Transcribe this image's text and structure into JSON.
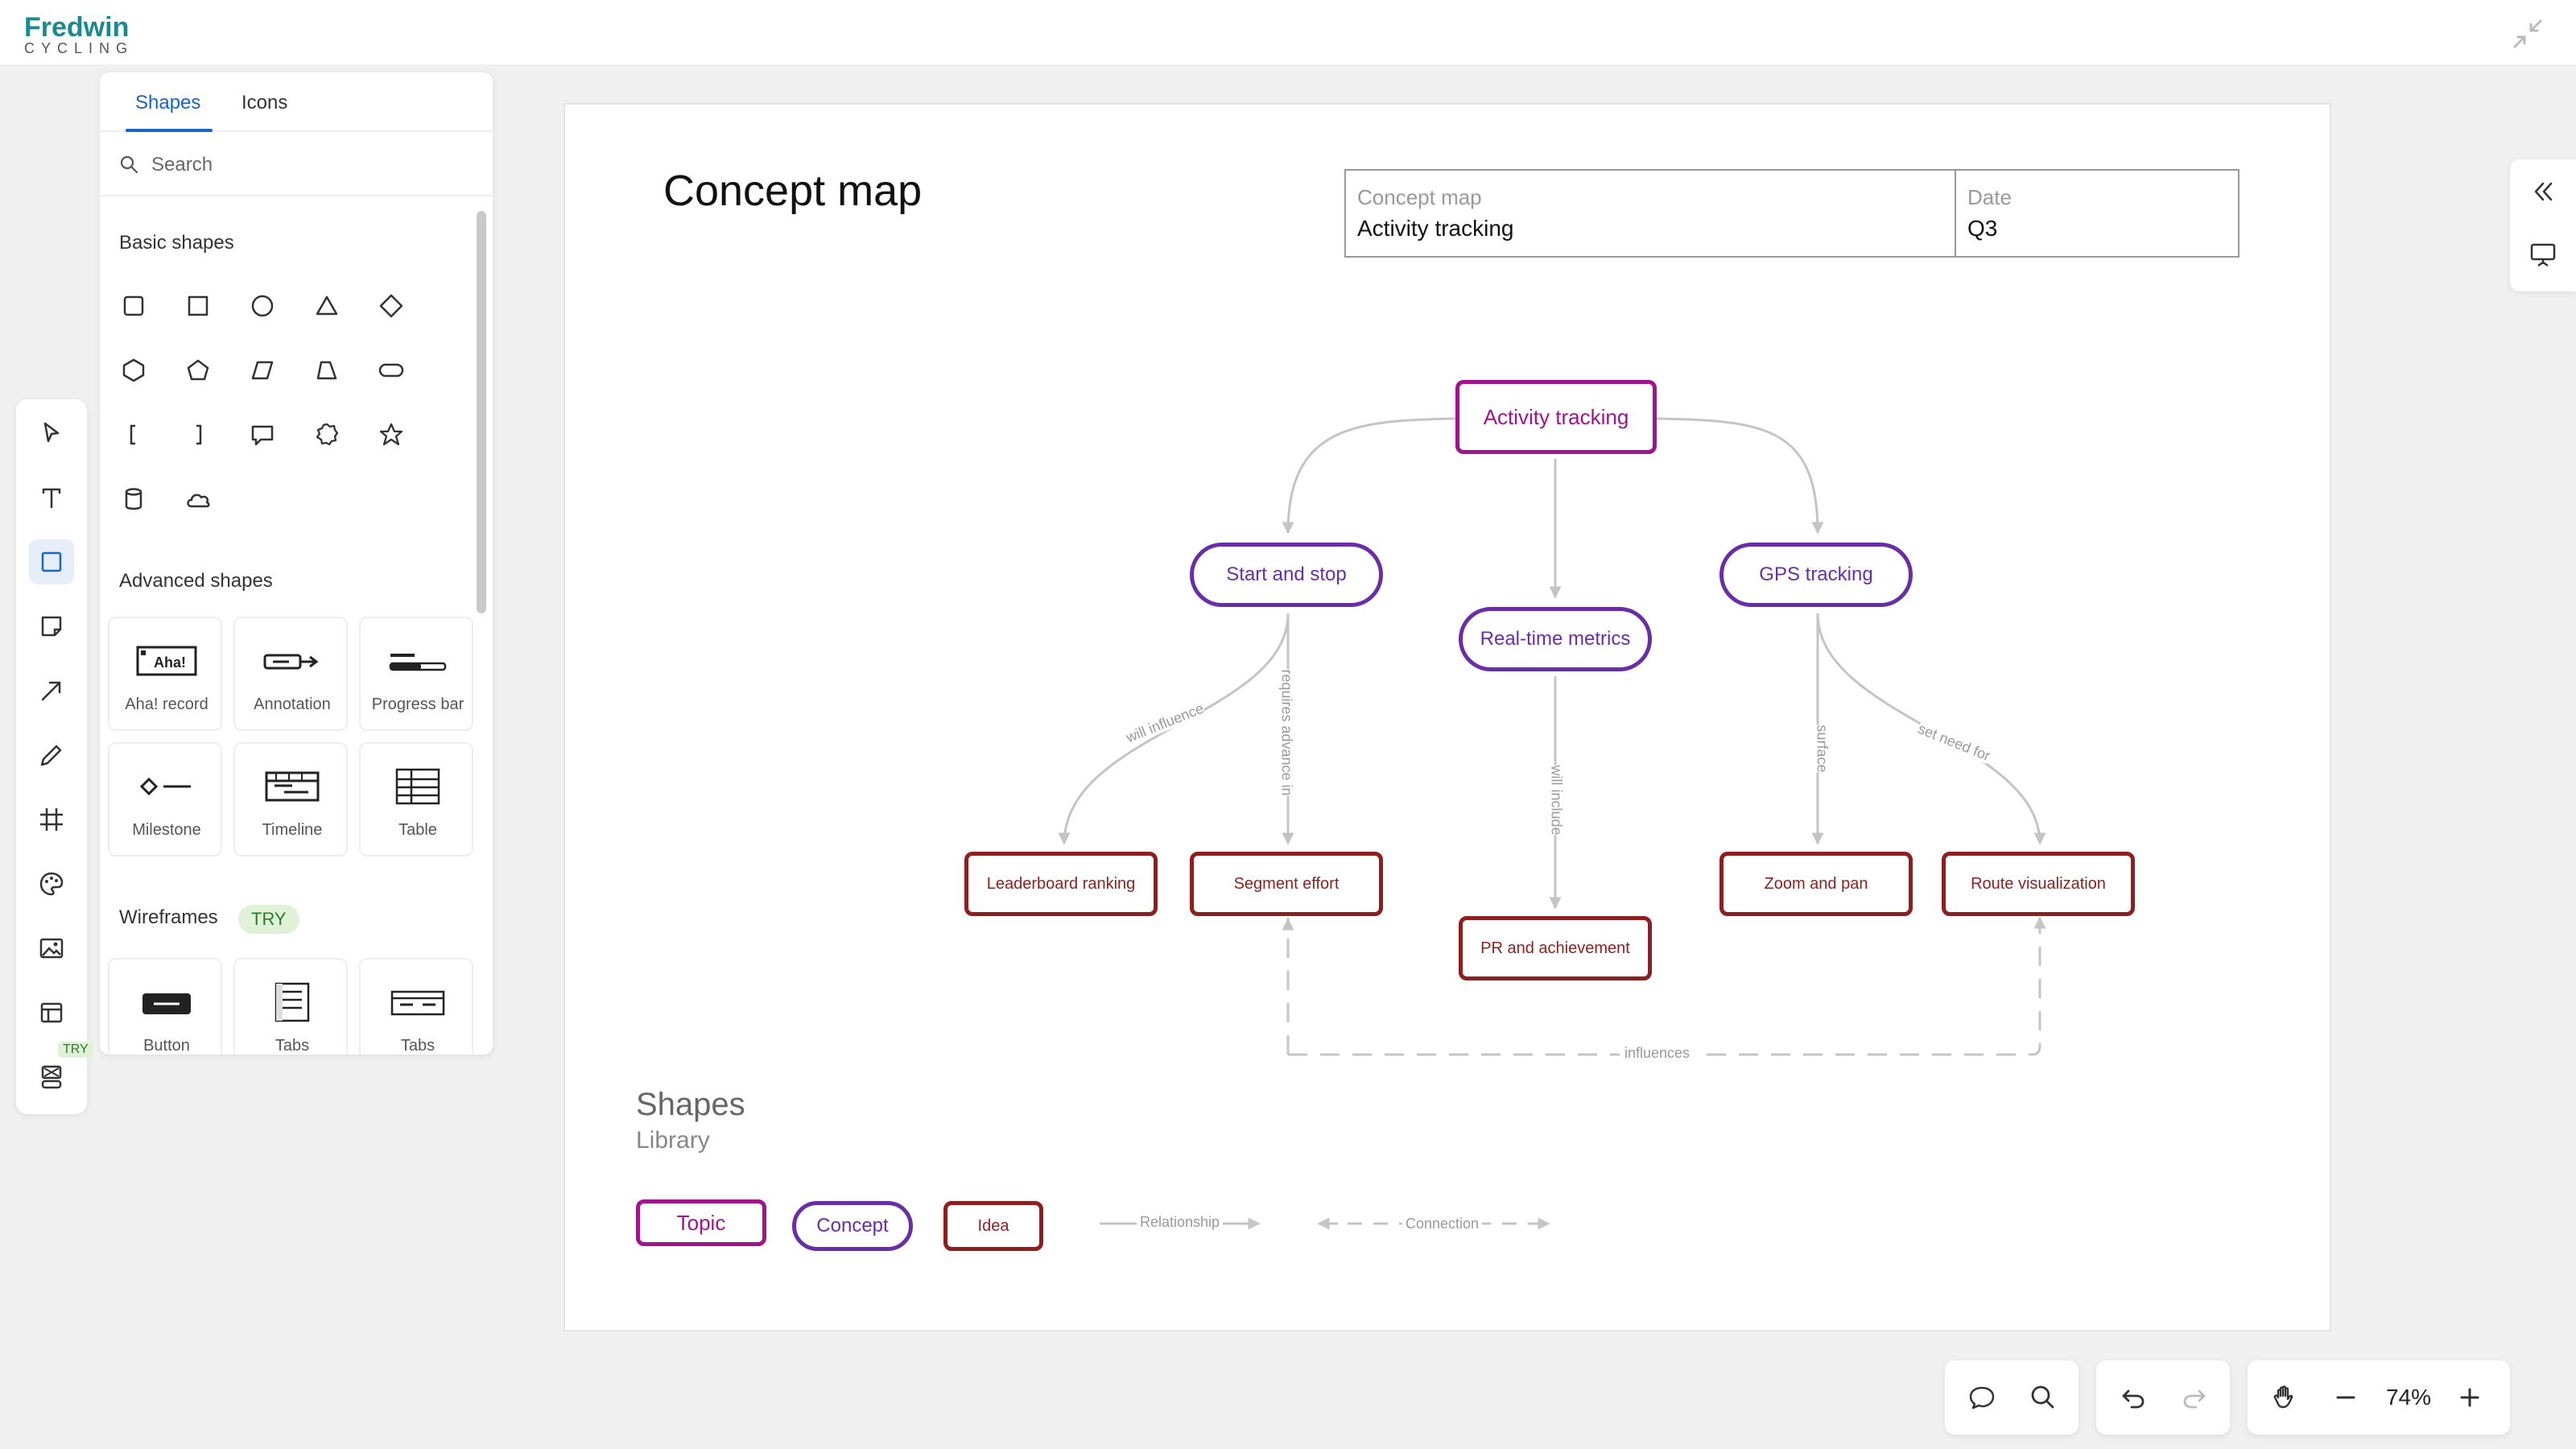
{
  "app": {
    "logo_word": "Fredwin",
    "logo_sub": "CYCLING"
  },
  "panel": {
    "tabs": [
      {
        "label": "Shapes"
      },
      {
        "label": "Icons"
      }
    ],
    "search_placeholder": "Search",
    "sections": {
      "basic": "Basic shapes",
      "advanced": "Advanced shapes",
      "wireframes": "Wireframes"
    },
    "try_label": "TRY",
    "basic_shapes": [
      "square-rounded",
      "square",
      "circle",
      "triangle",
      "diamond",
      "hexagon",
      "pentagon",
      "parallelogram",
      "trapezoid",
      "stadium",
      "bracket-left",
      "bracket-right",
      "speech-bubble",
      "octagon",
      "star",
      "cylinder",
      "cloud"
    ],
    "advanced_shapes": [
      {
        "label": "Aha! record"
      },
      {
        "label": "Annotation"
      },
      {
        "label": "Progress bar"
      },
      {
        "label": "Milestone"
      },
      {
        "label": "Timeline"
      },
      {
        "label": "Table"
      }
    ],
    "wireframes": [
      {
        "label": "Button"
      },
      {
        "label": "Tabs"
      },
      {
        "label": "Tabs"
      }
    ]
  },
  "toolbar": {
    "tools": [
      "select-tool",
      "text-tool",
      "shape-tool",
      "sticky-note-tool",
      "connector-tool",
      "pen-tool",
      "frame-tool",
      "color-tool",
      "image-tool",
      "template-tool",
      "wireframe-tool"
    ],
    "try_label": "TRY"
  },
  "canvas": {
    "title": "Concept map",
    "info": {
      "col1_label": "Concept map",
      "col1_value": "Activity tracking",
      "col2_label": "Date",
      "col2_value": "Q3"
    },
    "nodes": {
      "topic": "Activity tracking",
      "start_stop": "Start and stop",
      "realtime": "Real-time metrics",
      "gps": "GPS tracking",
      "leaderboard": "Leaderboard ranking",
      "segment": "Segment effort",
      "pr": "PR and achievement",
      "zoom": "Zoom and pan",
      "route": "Route visualization"
    },
    "edge_labels": {
      "will_influence": "will influence",
      "requires_advance": "requires advance in",
      "will_include": "will include",
      "surface": "surface",
      "set_need_for": "set need for",
      "influences": "influences"
    },
    "legend": {
      "title": "Shapes",
      "subtitle": "Library",
      "topic": "Topic",
      "concept": "Concept",
      "idea": "Idea",
      "relationship": "Relationship",
      "connection": "Connection"
    }
  },
  "zoom": {
    "level": "74%"
  },
  "colors": {
    "topic": "#a0148c",
    "concept": "#6a2da8",
    "idea": "#8f1f1f",
    "accent": "#1864c8",
    "brand": "#1a8a8f"
  }
}
